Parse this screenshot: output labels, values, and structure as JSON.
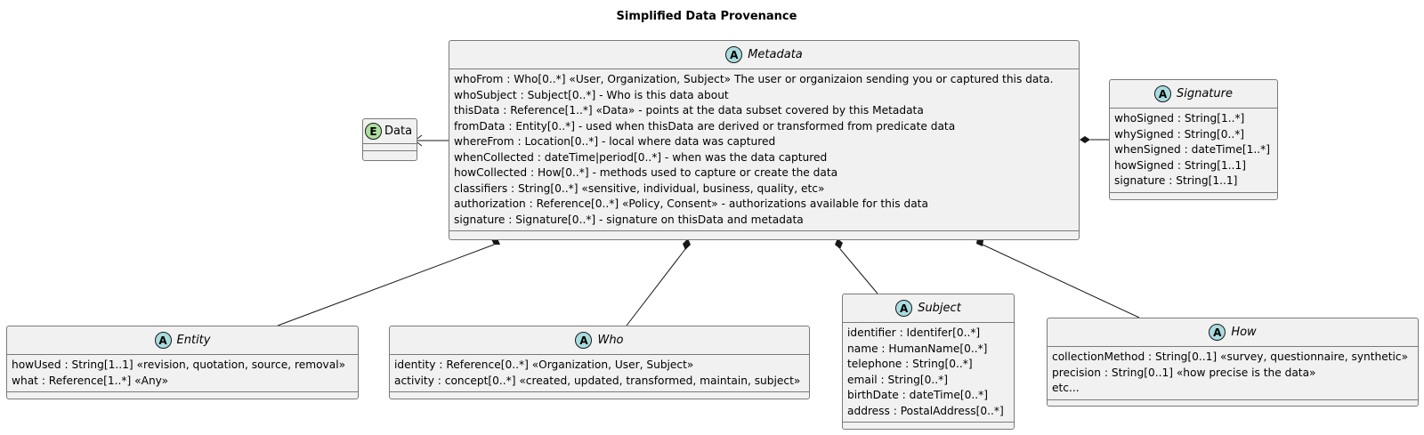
{
  "title": "Simplified Data Provenance",
  "colors": {
    "abstract_badge": "#a9dcdf",
    "entity_badge": "#addf9e",
    "class_fill": "#f1f1f1",
    "border": "#7a7a7a"
  },
  "data_class": {
    "badge": "E",
    "name": "Data"
  },
  "metadata": {
    "badge": "A",
    "name": "Metadata",
    "attrs": [
      "whoFrom : Who[0..*] «User, Organization, Subject» The user or organizaion sending you or captured this data.",
      "whoSubject : Subject[0..*] - Who is this data about",
      "thisData : Reference[1..*] «Data» - points at the data subset covered by this Metadata",
      "fromData : Entity[0..*] - used when thisData are derived or transformed from predicate data",
      "whereFrom : Location[0..*] - local where data was captured",
      "whenCollected : dateTime|period[0..*] - when was the data captured",
      "howCollected : How[0..*] - methods used to capture or create the data",
      "classifiers : String[0..*] «sensitive, individual, business, quality, etc»",
      "authorization : Reference[0..*] «Policy, Consent» - authorizations available for this data",
      "signature : Signature[0..*] - signature on thisData and metadata"
    ]
  },
  "signature": {
    "badge": "A",
    "name": "Signature",
    "attrs": [
      "whoSigned : String[1..*]",
      "whySigned : String[0..*]",
      "whenSigned : dateTime[1..*]",
      "howSigned : String[1..1]",
      "signature : String[1..1]"
    ]
  },
  "entity": {
    "badge": "A",
    "name": "Entity",
    "attrs": [
      "howUsed : String[1..1] «revision, quotation, source, removal»",
      "what : Reference[1..*] «Any»"
    ]
  },
  "who": {
    "badge": "A",
    "name": "Who",
    "attrs": [
      "identity : Reference[0..*] «Organization, User, Subject»",
      "activity : concept[0..*] «created, updated, transformed, maintain, subject»"
    ]
  },
  "subject": {
    "badge": "A",
    "name": "Subject",
    "attrs": [
      "identifier : Identifer[0..*]",
      "name : HumanName[0..*]",
      "telephone : String[0..*]",
      "email : String[0..*]",
      "birthDate : dateTime[0..*]",
      "address : PostalAddress[0..*]"
    ]
  },
  "how": {
    "badge": "A",
    "name": "How",
    "attrs": [
      "collectionMethod : String[0..1] «survey, questionnaire, synthetic»",
      "precision : String[0..1] «how precise is the data»",
      "etc..."
    ]
  }
}
